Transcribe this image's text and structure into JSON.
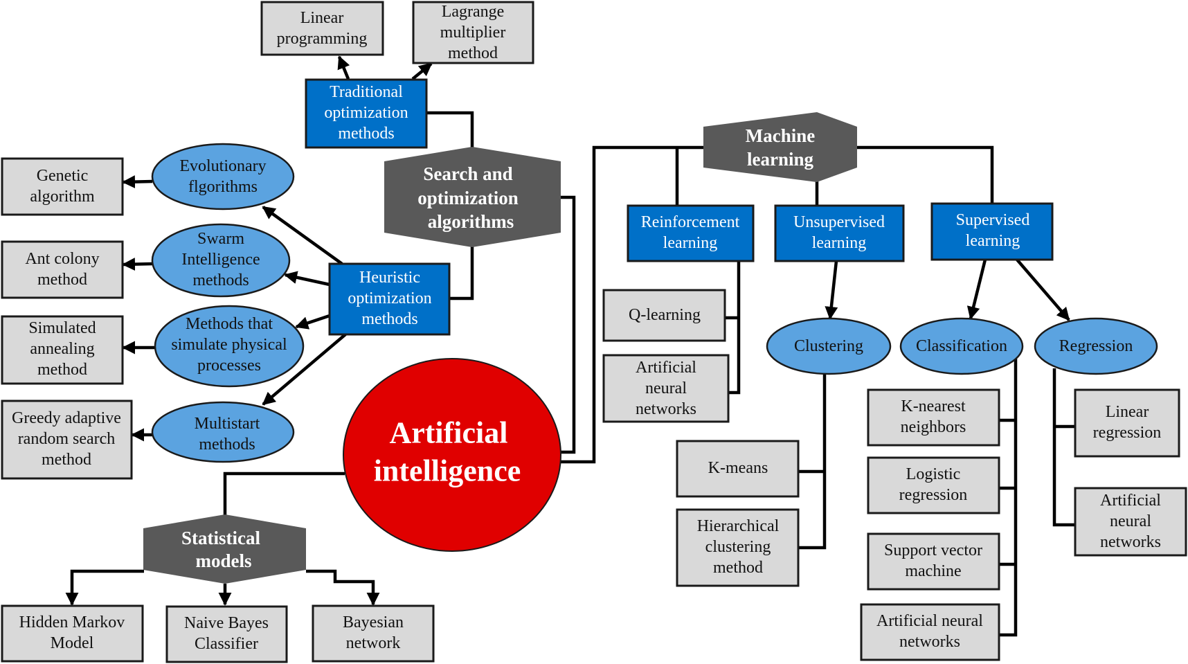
{
  "title": "Artificial intelligence",
  "colors": {
    "core_red": "#e00000",
    "category_gray": "#595959",
    "method_blue": "#0070c8",
    "subtype_light_blue": "#5ba3e0",
    "leaf_gray": "#d9d9d9"
  },
  "core": {
    "lines": [
      "Artificial",
      "intelligence"
    ]
  },
  "search": {
    "lines": [
      "Search and",
      "optimization",
      "algorithms"
    ],
    "traditional": {
      "lines": [
        "Traditional",
        "optimization",
        "methods"
      ],
      "children": [
        {
          "lines": [
            "Linear",
            "programming"
          ]
        },
        {
          "lines": [
            "Lagrange",
            "multiplier",
            "method"
          ]
        }
      ]
    },
    "heuristic": {
      "lines": [
        "Heuristic",
        "optimization",
        "methods"
      ],
      "children": [
        {
          "lines": [
            "Evolutionary",
            "flgorithms"
          ],
          "leaf": [
            "Genetic",
            "algorithm"
          ]
        },
        {
          "lines": [
            "Swarm",
            "Intelligence",
            "methods"
          ],
          "leaf": [
            "Ant colony",
            "method"
          ]
        },
        {
          "lines": [
            "Methods that",
            "simulate physical",
            "processes"
          ],
          "leaf": [
            "Simulated",
            "annealing",
            "method"
          ]
        },
        {
          "lines": [
            "Multistart",
            "methods"
          ],
          "leaf": [
            "Greedy adaptive",
            "random search",
            "method"
          ]
        }
      ]
    }
  },
  "statistical": {
    "lines": [
      "Statistical",
      "models"
    ],
    "children": [
      {
        "lines": [
          "Hidden Markov",
          "Model"
        ]
      },
      {
        "lines": [
          "Naive Bayes",
          "Classifier"
        ]
      },
      {
        "lines": [
          "Bayesian",
          "network"
        ]
      }
    ]
  },
  "ml": {
    "lines": [
      "Machine",
      "learning"
    ],
    "reinforcement": {
      "lines": [
        "Reinforcement",
        "learning"
      ],
      "children": [
        {
          "lines": [
            "Q-learning"
          ]
        },
        {
          "lines": [
            "Artificial",
            "neural",
            "networks"
          ]
        }
      ]
    },
    "unsupervised": {
      "lines": [
        "Unsupervised",
        "learning"
      ],
      "clustering": {
        "lines": [
          "Clustering"
        ],
        "children": [
          {
            "lines": [
              "K-means"
            ]
          },
          {
            "lines": [
              "Hierarchical",
              "clustering",
              "method"
            ]
          }
        ]
      }
    },
    "supervised": {
      "lines": [
        "Supervised",
        "learning"
      ],
      "classification": {
        "lines": [
          "Classification"
        ],
        "children": [
          {
            "lines": [
              "K-nearest",
              "neighbors"
            ]
          },
          {
            "lines": [
              "Logistic",
              "regression"
            ]
          },
          {
            "lines": [
              "Support vector",
              "machine"
            ]
          },
          {
            "lines": [
              "Artificial neural",
              "networks"
            ]
          }
        ]
      },
      "regression": {
        "lines": [
          "Regression"
        ],
        "children": [
          {
            "lines": [
              "Linear",
              "regression"
            ]
          },
          {
            "lines": [
              "Artificial",
              "neural",
              "networks"
            ]
          }
        ]
      }
    }
  }
}
